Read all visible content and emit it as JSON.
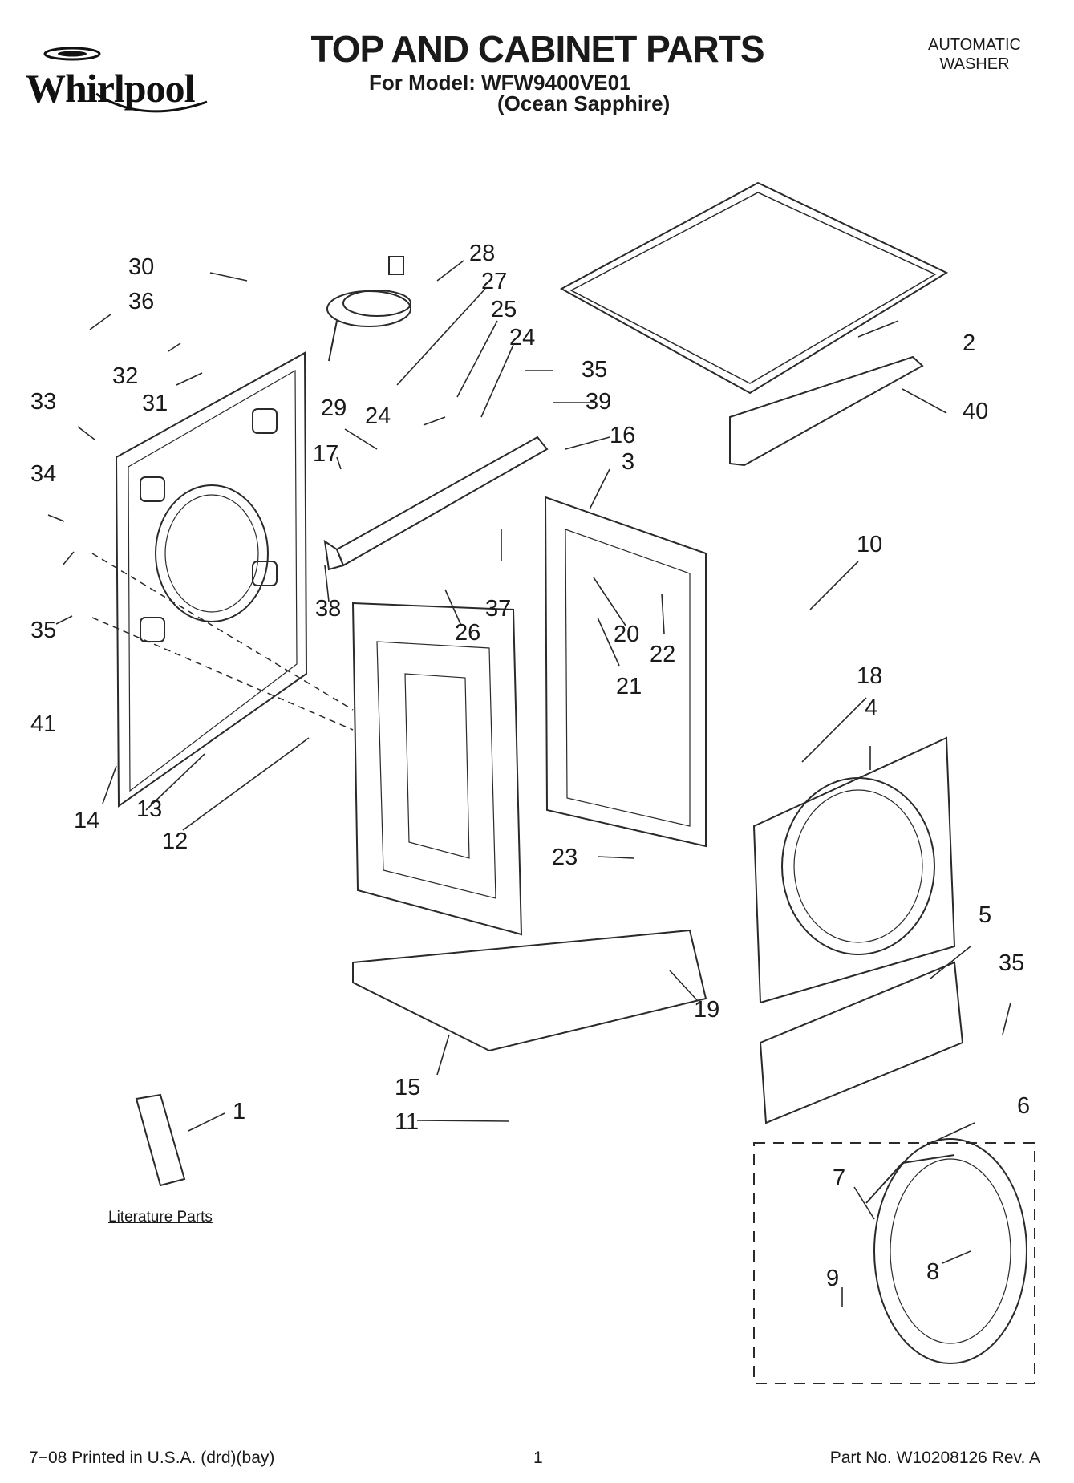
{
  "header": {
    "brand": "Whirlpool",
    "title": "TOP AND CABINET PARTS",
    "model_line": "For Model: WFW9400VE01",
    "variant_line": "(Ocean Sapphire)",
    "product_line1": "AUTOMATIC",
    "product_line2": "WASHER"
  },
  "literature_label": "Literature Parts",
  "footer": {
    "print_info": "7−08 Printed in U.S.A. (drd)(bay)",
    "page_number": "1",
    "part_number": "Part No. W10208126 Rev. A"
  },
  "callouts": [
    {
      "id": "c30",
      "label": "30"
    },
    {
      "id": "c36",
      "label": "36"
    },
    {
      "id": "c32",
      "label": "32"
    },
    {
      "id": "c31",
      "label": "31"
    },
    {
      "id": "c33",
      "label": "33"
    },
    {
      "id": "c34",
      "label": "34"
    },
    {
      "id": "c35a",
      "label": "35"
    },
    {
      "id": "c41",
      "label": "41"
    },
    {
      "id": "c14",
      "label": "14"
    },
    {
      "id": "c13",
      "label": "13"
    },
    {
      "id": "c12",
      "label": "12"
    },
    {
      "id": "c28",
      "label": "28"
    },
    {
      "id": "c27",
      "label": "27"
    },
    {
      "id": "c25",
      "label": "25"
    },
    {
      "id": "c24a",
      "label": "24"
    },
    {
      "id": "c29",
      "label": "29"
    },
    {
      "id": "c24b",
      "label": "24"
    },
    {
      "id": "c17",
      "label": "17"
    },
    {
      "id": "c38",
      "label": "38"
    },
    {
      "id": "c26",
      "label": "26"
    },
    {
      "id": "c37",
      "label": "37"
    },
    {
      "id": "c35b",
      "label": "35"
    },
    {
      "id": "c39",
      "label": "39"
    },
    {
      "id": "c16",
      "label": "16"
    },
    {
      "id": "c3",
      "label": "3"
    },
    {
      "id": "c2",
      "label": "2"
    },
    {
      "id": "c40",
      "label": "40"
    },
    {
      "id": "c20",
      "label": "20"
    },
    {
      "id": "c22",
      "label": "22"
    },
    {
      "id": "c21",
      "label": "21"
    },
    {
      "id": "c10",
      "label": "10"
    },
    {
      "id": "c18",
      "label": "18"
    },
    {
      "id": "c4",
      "label": "4"
    },
    {
      "id": "c23",
      "label": "23"
    },
    {
      "id": "c19",
      "label": "19"
    },
    {
      "id": "c15",
      "label": "15"
    },
    {
      "id": "c11",
      "label": "11"
    },
    {
      "id": "c5",
      "label": "5"
    },
    {
      "id": "c35c",
      "label": "35"
    },
    {
      "id": "c6",
      "label": "6"
    },
    {
      "id": "c7",
      "label": "7"
    },
    {
      "id": "c9",
      "label": "9"
    },
    {
      "id": "c8",
      "label": "8"
    },
    {
      "id": "c1",
      "label": "1"
    }
  ]
}
